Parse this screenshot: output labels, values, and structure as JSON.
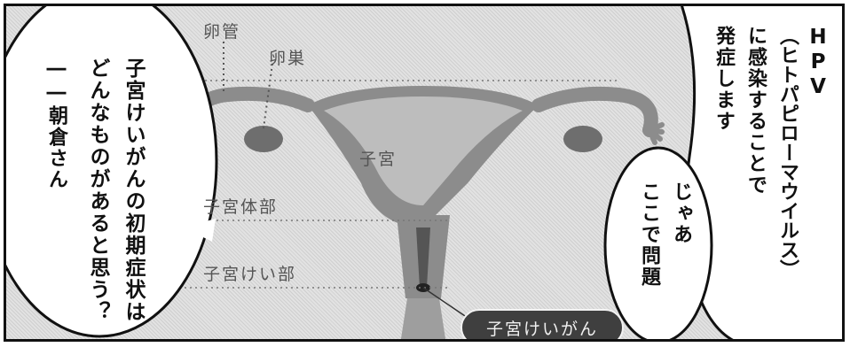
{
  "anatomy_labels": {
    "fallopian_tube": "卵管",
    "ovary": "卵巣",
    "uterus": "子宮",
    "uterine_body": "子宮体部",
    "cervix": "子宮けい部",
    "cervical_cancer": "子宮けいがん"
  },
  "left_bubble": {
    "line1": "子宮けいがんの初期症状は",
    "line2": "どんなものがあると思う？",
    "speaker": "――朝倉さん"
  },
  "right_bubble_large": {
    "line1": "HPV",
    "line2": "（ヒトパピローマウイルス）",
    "line3": "に感染することで",
    "line4": "発症します"
  },
  "right_bubble_small": {
    "line1": "じゃあ",
    "line2": "ここで問題"
  }
}
